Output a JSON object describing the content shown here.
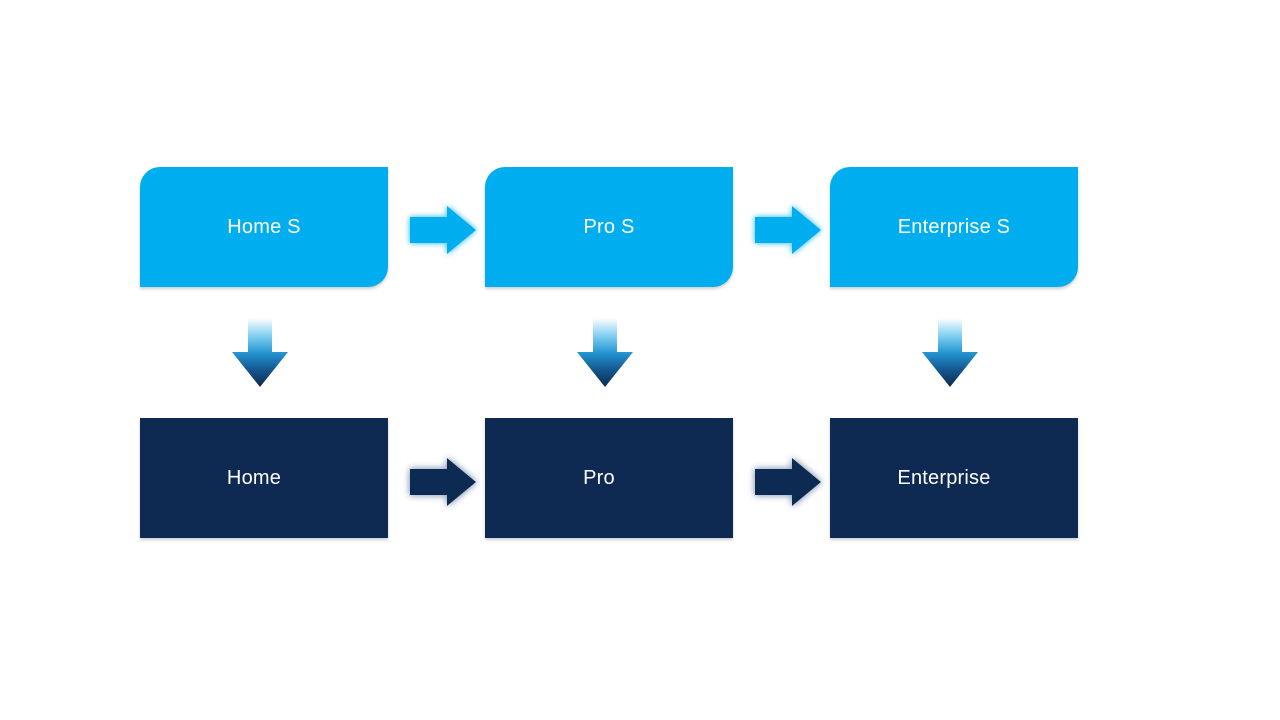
{
  "slide": {
    "background": "#FFFFFF",
    "columns": [
      {
        "top": {
          "label": "Home S"
        },
        "bottom": {
          "label": "Home"
        }
      },
      {
        "top": {
          "label": "Pro S"
        },
        "bottom": {
          "label": "Pro"
        }
      },
      {
        "top": {
          "label": "Enterprise S"
        },
        "bottom": {
          "label": "Enterprise"
        }
      }
    ],
    "colors": {
      "top_box_fill": "#00AEEF",
      "bottom_box_fill": "#0E2A52",
      "label_text": "#FFFFFF",
      "arrow_light": "#00AEEF",
      "arrow_dark": "#0E2A52",
      "arrow_light_glow": "#5FCDF5",
      "arrow_dark_glow": "#96A9C0",
      "down_gradient": [
        "#FFFFFF",
        "#86D1F2",
        "#2496D2",
        "#155E97",
        "#0D2750"
      ]
    },
    "icons": {
      "flow_right": "block-arrow-right",
      "flow_down": "block-arrow-down-gradient"
    }
  }
}
